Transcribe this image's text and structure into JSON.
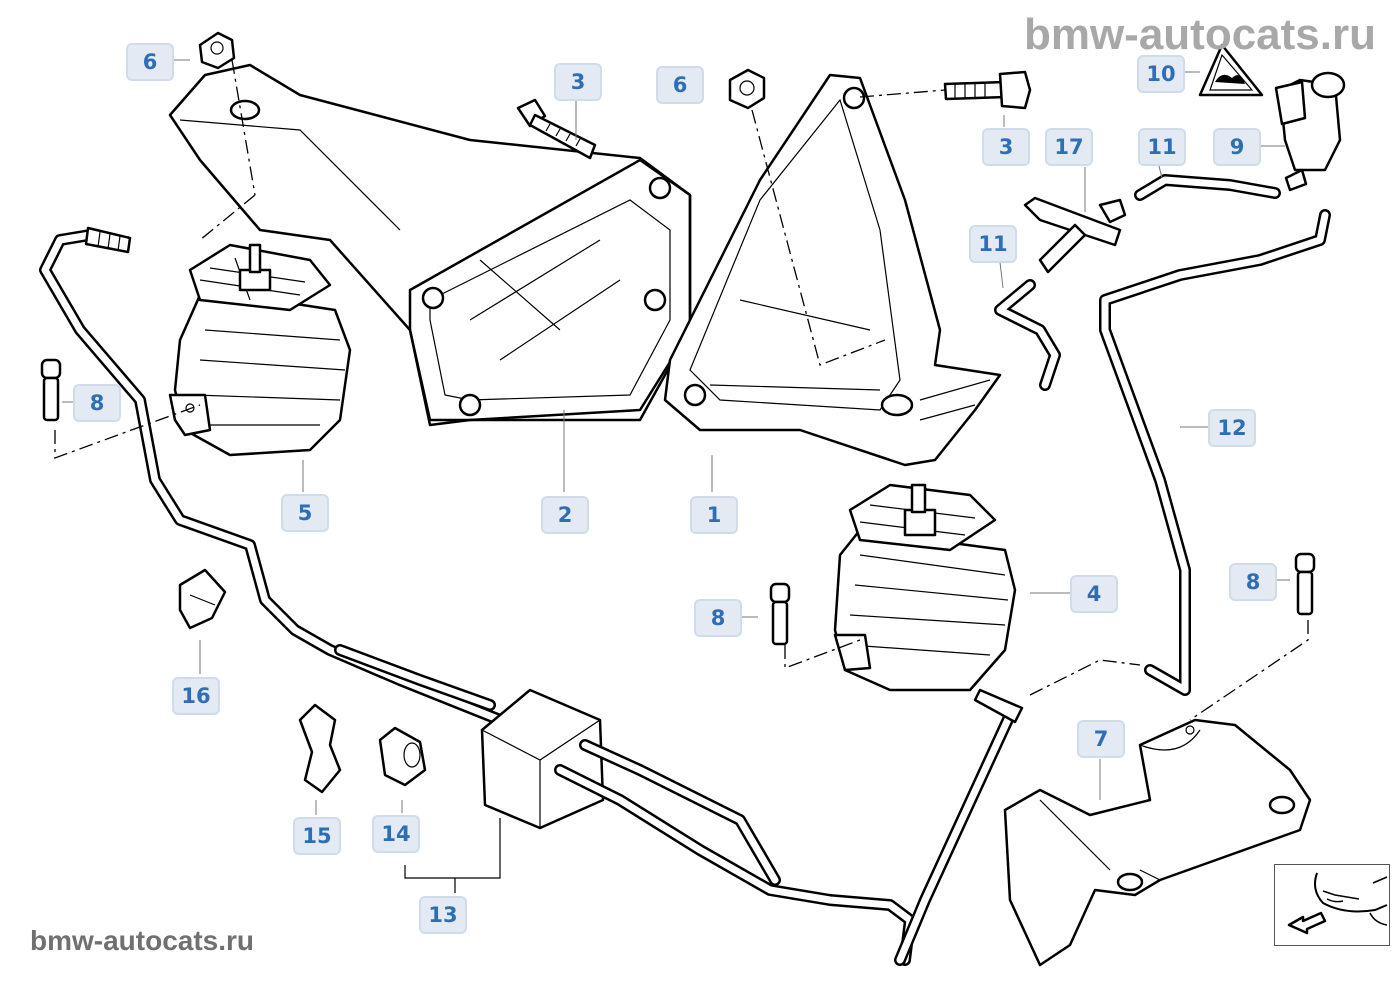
{
  "watermark": {
    "top": "bmw-autocats.ru",
    "bottom": "bmw-autocats.ru"
  },
  "callouts": [
    {
      "id": "c6a",
      "label": "6",
      "part": "hex-nut"
    },
    {
      "id": "c3a",
      "label": "3",
      "part": "bolt"
    },
    {
      "id": "c6b",
      "label": "6",
      "part": "hex-nut"
    },
    {
      "id": "c3b",
      "label": "3",
      "part": "bolt"
    },
    {
      "id": "c17",
      "label": "17",
      "part": "t-connector"
    },
    {
      "id": "c11a",
      "label": "11",
      "part": "vacuum-hose"
    },
    {
      "id": "c9",
      "label": "9",
      "part": "solenoid-valve"
    },
    {
      "id": "c10",
      "label": "10",
      "part": "warning-label"
    },
    {
      "id": "c11b",
      "label": "11",
      "part": "vacuum-hose"
    },
    {
      "id": "c8a",
      "label": "8",
      "part": "bolt"
    },
    {
      "id": "c5",
      "label": "5",
      "part": "engine-mount-left"
    },
    {
      "id": "c2",
      "label": "2",
      "part": "engine-support-bracket-left"
    },
    {
      "id": "c1",
      "label": "1",
      "part": "engine-support-bracket-right"
    },
    {
      "id": "c12",
      "label": "12",
      "part": "vacuum-line"
    },
    {
      "id": "c4",
      "label": "4",
      "part": "engine-mount-right"
    },
    {
      "id": "c8b",
      "label": "8",
      "part": "bolt"
    },
    {
      "id": "c8c",
      "label": "8",
      "part": "bolt"
    },
    {
      "id": "c16",
      "label": "16",
      "part": "hose-clip"
    },
    {
      "id": "c7",
      "label": "7",
      "part": "bracket"
    },
    {
      "id": "c15",
      "label": "15",
      "part": "clamp"
    },
    {
      "id": "c14",
      "label": "14",
      "part": "clip"
    },
    {
      "id": "c13",
      "label": "13",
      "part": "vacuum-line-set"
    }
  ],
  "navigation": {
    "icon": "car-front-arrow-icon"
  }
}
